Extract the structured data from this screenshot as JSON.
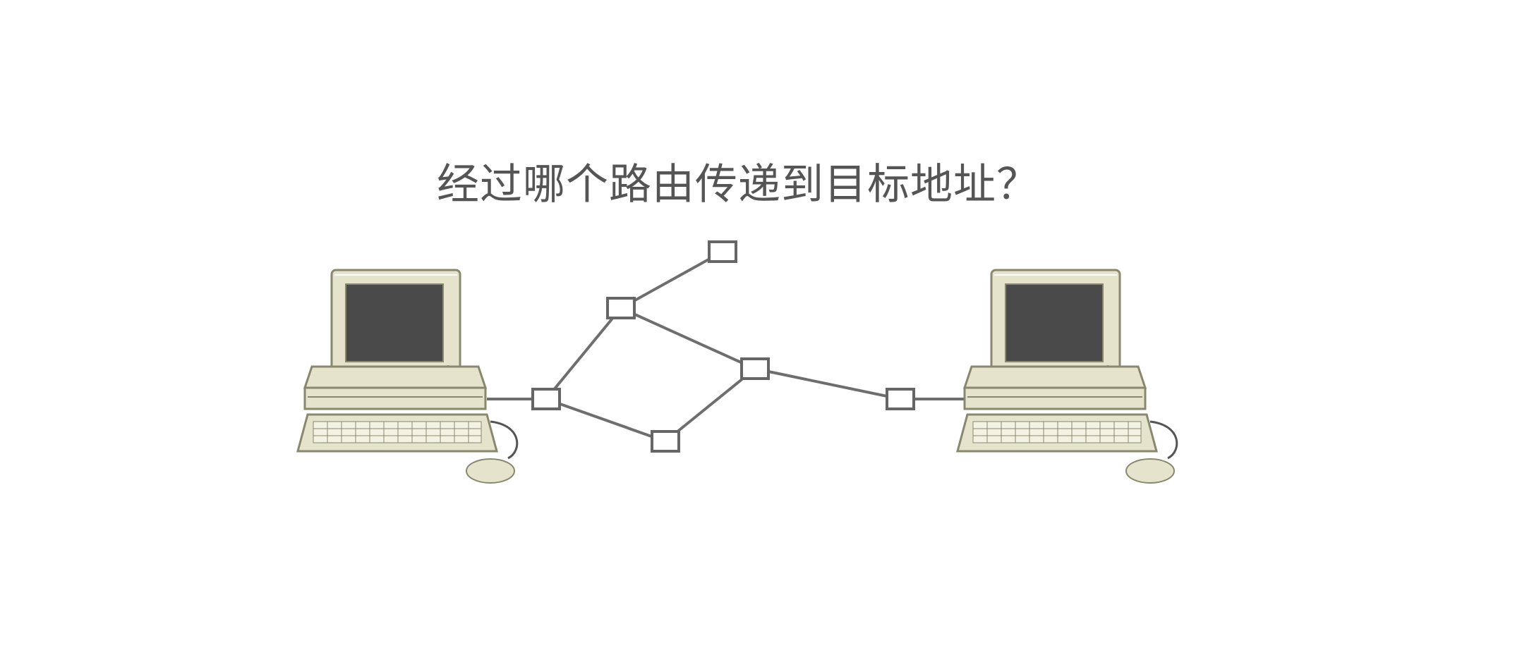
{
  "diagram": {
    "question": "经过哪个路由传递到目标地址？",
    "colors": {
      "line": "#6e6e6e",
      "router_fill": "#ffffff",
      "router_stroke": "#666666",
      "computer_body": "#e6e3cc",
      "computer_outline": "#8a876f",
      "screen": "#4a4a4a",
      "text": "#555555"
    },
    "computers": [
      {
        "id": "source-computer"
      },
      {
        "id": "destination-computer"
      }
    ],
    "routers": [
      {
        "id": "r-entry"
      },
      {
        "id": "r-upper"
      },
      {
        "id": "r-top"
      },
      {
        "id": "r-lower"
      },
      {
        "id": "r-middle"
      },
      {
        "id": "r-exit"
      }
    ],
    "links": [
      [
        "source-computer",
        "r-entry"
      ],
      [
        "r-entry",
        "r-upper"
      ],
      [
        "r-upper",
        "r-top"
      ],
      [
        "r-upper",
        "r-middle"
      ],
      [
        "r-entry",
        "r-lower"
      ],
      [
        "r-lower",
        "r-middle"
      ],
      [
        "r-middle",
        "r-exit"
      ],
      [
        "r-exit",
        "destination-computer"
      ]
    ]
  }
}
